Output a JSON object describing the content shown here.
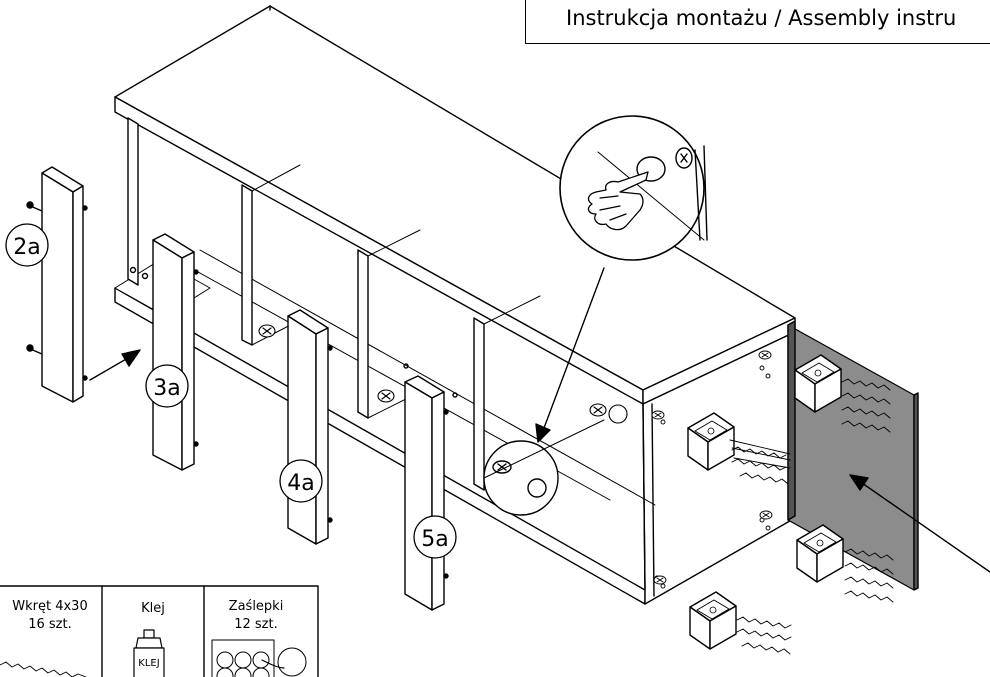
{
  "header": {
    "title": "Instrukcja montażu / Assembly instru"
  },
  "step_labels": {
    "part_2a": "2a",
    "part_3a": "3a",
    "part_4a": "4a",
    "part_5a": "5a"
  },
  "parts_table": {
    "screws": {
      "name": "Wkręt 4x30",
      "qty": "16 szt."
    },
    "glue": {
      "name": "Klej",
      "tube_text": "KLEJ"
    },
    "caps": {
      "name": "Zaślepki",
      "qty": "12 szt."
    }
  },
  "icons": [
    "hand-press-icon",
    "screw-cross-icon",
    "glue-tube-icon",
    "cap-sheet-icon"
  ],
  "colors": {
    "line": "#000000",
    "panel": "#8c8c8c",
    "background": "#ffffff"
  }
}
